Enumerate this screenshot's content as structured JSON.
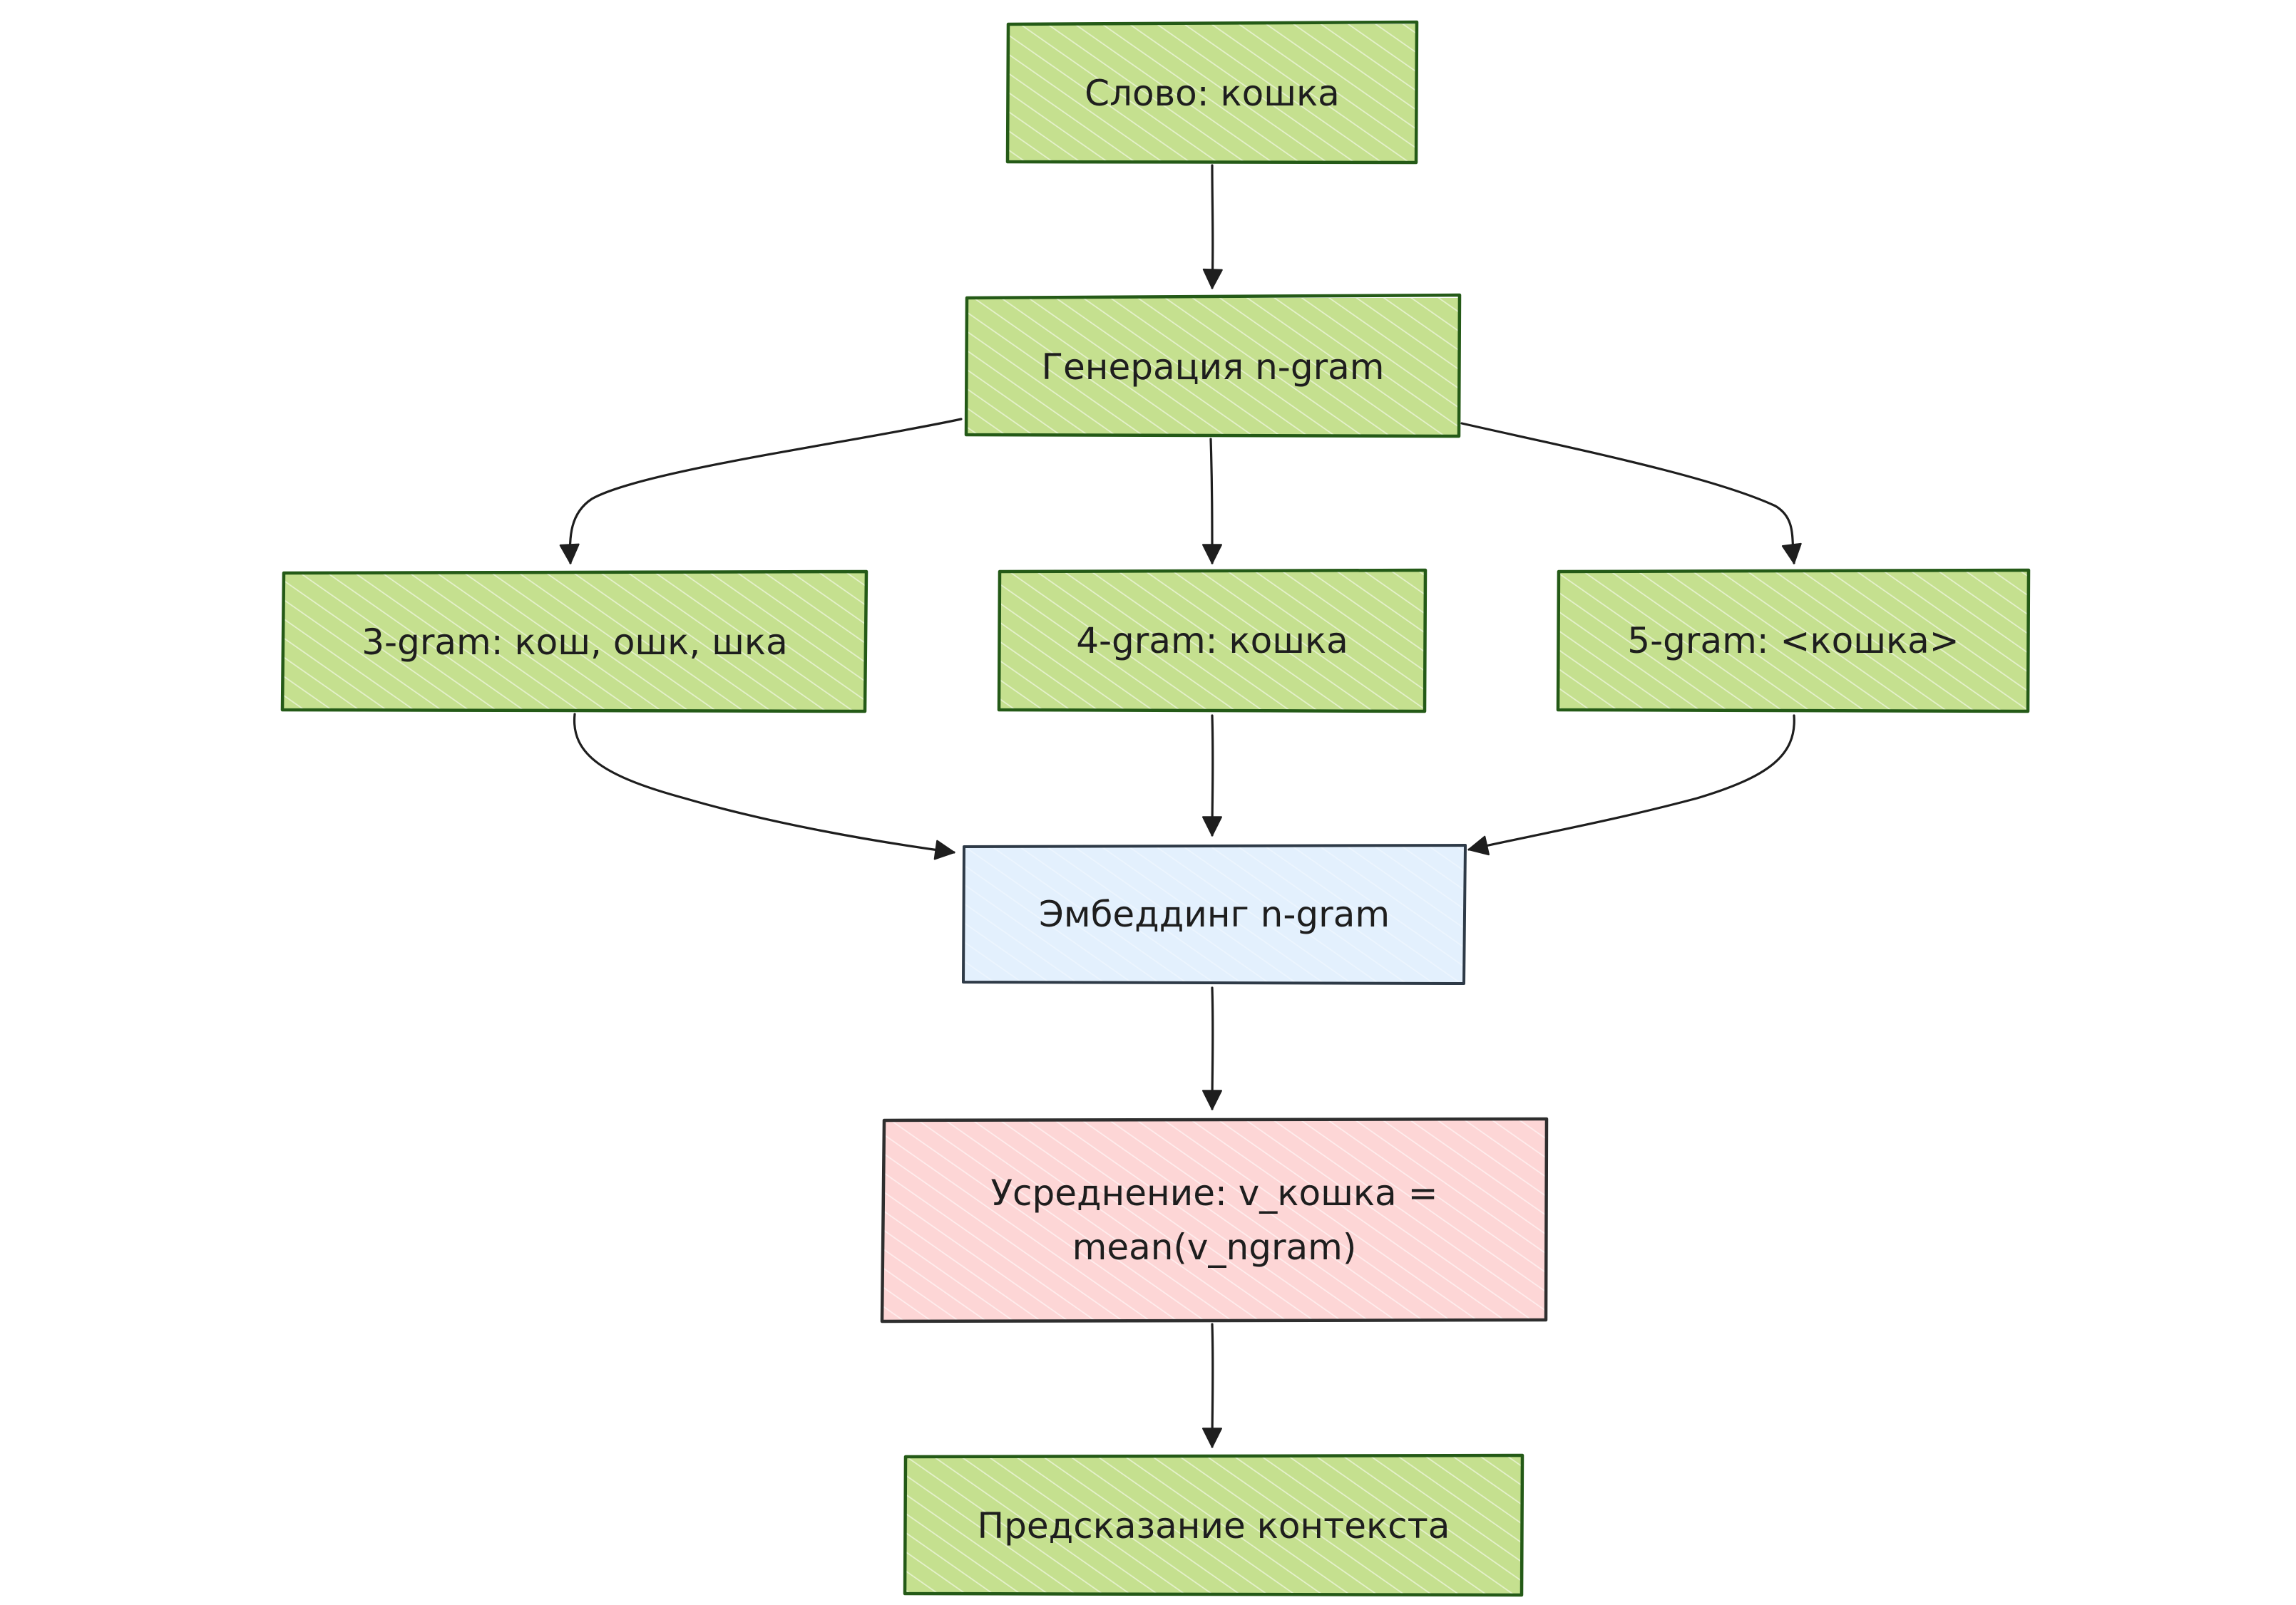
{
  "nodes": {
    "word": {
      "label": "Слово: кошка",
      "fill": "#c5e08f",
      "stroke": "#245a17"
    },
    "ngram_gen": {
      "label": "Генерация n-gram",
      "fill": "#c5e08f",
      "stroke": "#245a17"
    },
    "gram3": {
      "label": "3-gram: кош, ошк, шка",
      "fill": "#c5e08f",
      "stroke": "#245a17"
    },
    "gram4": {
      "label": "4-gram: кошка",
      "fill": "#c5e08f",
      "stroke": "#245a17"
    },
    "gram5": {
      "label": "5-gram: <кошка>",
      "fill": "#c5e08f",
      "stroke": "#245a17"
    },
    "embedding": {
      "label": "Эмбеддинг n-gram",
      "fill": "#e3f0fd",
      "stroke": "#2e3a47"
    },
    "averaging": {
      "label_line1": "Усреднение: v_кошка =",
      "label_line2": "mean(v_ngram)",
      "fill": "#fdd6d6",
      "stroke": "#2e2e2e"
    },
    "prediction": {
      "label": "Предсказание контекста",
      "fill": "#c5e08f",
      "stroke": "#245a17"
    }
  },
  "edges": [
    {
      "from": "word",
      "to": "ngram_gen"
    },
    {
      "from": "ngram_gen",
      "to": "gram3"
    },
    {
      "from": "ngram_gen",
      "to": "gram4"
    },
    {
      "from": "ngram_gen",
      "to": "gram5"
    },
    {
      "from": "gram3",
      "to": "embedding"
    },
    {
      "from": "gram4",
      "to": "embedding"
    },
    {
      "from": "gram5",
      "to": "embedding"
    },
    {
      "from": "embedding",
      "to": "averaging"
    },
    {
      "from": "averaging",
      "to": "prediction"
    }
  ],
  "colors": {
    "edge": "#1e1e1e",
    "hatch": "#ffffff"
  }
}
